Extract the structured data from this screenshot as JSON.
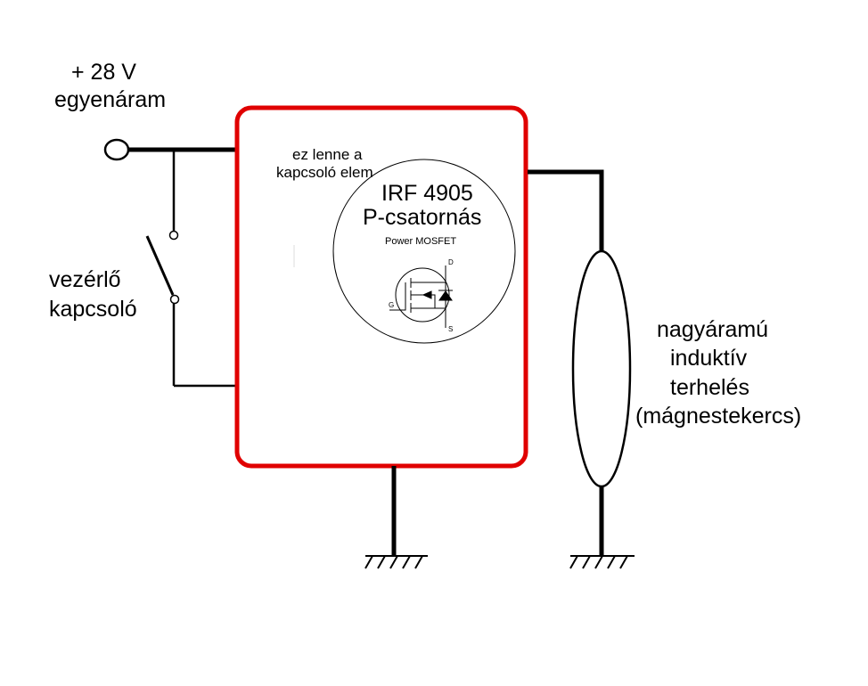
{
  "colors": {
    "wire": "#000000",
    "module_border": "#e00000",
    "background": "#ffffff"
  },
  "supply": {
    "line1": "+ 28 V",
    "line2": "egyenáram"
  },
  "control_switch": {
    "line1": "vezérlő",
    "line2": "kapcsoló"
  },
  "module": {
    "note_line1": "ez lenne a",
    "note_line2": "kapcsoló elem",
    "part_number": "IRF 4905",
    "part_type": "P-csatornás",
    "part_class": "Power MOSFET",
    "pins": {
      "drain": "D",
      "gate": "G",
      "source": "S"
    }
  },
  "load": {
    "line1": "nagyáramú",
    "line2": "induktív",
    "line3": "terhelés",
    "line4": "(mágnestekercs)"
  },
  "icons": {
    "terminal": "supply-terminal-icon",
    "ground": "ground-icon",
    "mosfet": "mosfet-symbol-icon",
    "coil": "coil-icon",
    "switch": "switch-icon"
  }
}
